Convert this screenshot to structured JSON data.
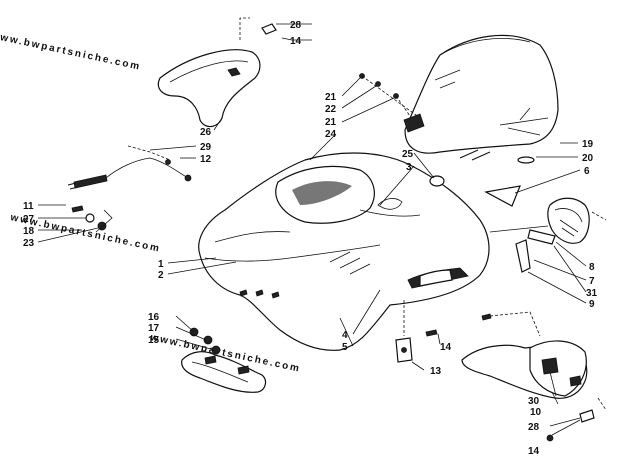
{
  "watermark": {
    "text": "www.bwpartsniche.com"
  },
  "callouts": [
    {
      "id": "c1",
      "label": "1"
    },
    {
      "id": "c2",
      "label": "2"
    },
    {
      "id": "c3",
      "label": "3"
    },
    {
      "id": "c4",
      "label": "4"
    },
    {
      "id": "c5",
      "label": "5"
    },
    {
      "id": "c6",
      "label": "6"
    },
    {
      "id": "c7",
      "label": "7"
    },
    {
      "id": "c8",
      "label": "8"
    },
    {
      "id": "c9",
      "label": "9"
    },
    {
      "id": "c10",
      "label": "10"
    },
    {
      "id": "c11",
      "label": "11"
    },
    {
      "id": "c12",
      "label": "12"
    },
    {
      "id": "c13",
      "label": "13"
    },
    {
      "id": "c14a",
      "label": "14"
    },
    {
      "id": "c14b",
      "label": "14"
    },
    {
      "id": "c14c",
      "label": "14"
    },
    {
      "id": "c15",
      "label": "15"
    },
    {
      "id": "c16",
      "label": "16"
    },
    {
      "id": "c17",
      "label": "17"
    },
    {
      "id": "c18",
      "label": "18"
    },
    {
      "id": "c19",
      "label": "19"
    },
    {
      "id": "c20",
      "label": "20"
    },
    {
      "id": "c21a",
      "label": "21"
    },
    {
      "id": "c21b",
      "label": "21"
    },
    {
      "id": "c22",
      "label": "22"
    },
    {
      "id": "c23",
      "label": "23"
    },
    {
      "id": "c24",
      "label": "24"
    },
    {
      "id": "c25",
      "label": "25"
    },
    {
      "id": "c26",
      "label": "26"
    },
    {
      "id": "c27",
      "label": "27"
    },
    {
      "id": "c28a",
      "label": "28"
    },
    {
      "id": "c28b",
      "label": "28"
    },
    {
      "id": "c29",
      "label": "29"
    },
    {
      "id": "c30",
      "label": "30"
    },
    {
      "id": "c31",
      "label": "31"
    }
  ]
}
